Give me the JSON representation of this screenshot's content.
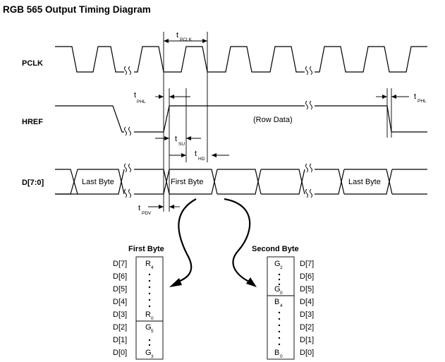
{
  "title": "RGB 565 Output Timing Diagram",
  "signals": {
    "pclk": "PCLK",
    "href": "HREF",
    "data": "D[7:0]"
  },
  "timing_labels": {
    "tpclk": {
      "main": "t",
      "sub": "PCLK"
    },
    "tphl_left": {
      "main": "t",
      "sub": "PHL"
    },
    "tphl_right": {
      "main": "t",
      "sub": "PHL"
    },
    "tsu": {
      "main": "t",
      "sub": "SU"
    },
    "thd": {
      "main": "t",
      "sub": "HD"
    },
    "tpdv": {
      "main": "t",
      "sub": "PDV"
    }
  },
  "href_note": "(Row Data)",
  "data_labels": {
    "last_byte_left": "Last Byte",
    "first_byte": "First Byte",
    "last_byte_right": "Last Byte"
  },
  "first_byte_table": {
    "heading": "First Byte",
    "pins": [
      "D[7]",
      "D[6]",
      "D[5]",
      "D[4]",
      "D[3]",
      "D[2]",
      "D[1]",
      "D[0]"
    ],
    "cells": [
      {
        "main": "R",
        "sub": "4"
      },
      {
        "main": "R",
        "sub": "0"
      },
      {
        "main": "G",
        "sub": "5"
      },
      {
        "main": "G",
        "sub": "3"
      }
    ]
  },
  "second_byte_table": {
    "heading": "Second Byte",
    "pins": [
      "D[7]",
      "D[6]",
      "D[5]",
      "D[4]",
      "D[3]",
      "D[2]",
      "D[1]",
      "D[0]"
    ],
    "cells": [
      {
        "main": "G",
        "sub": "2"
      },
      {
        "main": "G",
        "sub": "0"
      },
      {
        "main": "B",
        "sub": "4"
      },
      {
        "main": "B",
        "sub": "0"
      }
    ]
  }
}
